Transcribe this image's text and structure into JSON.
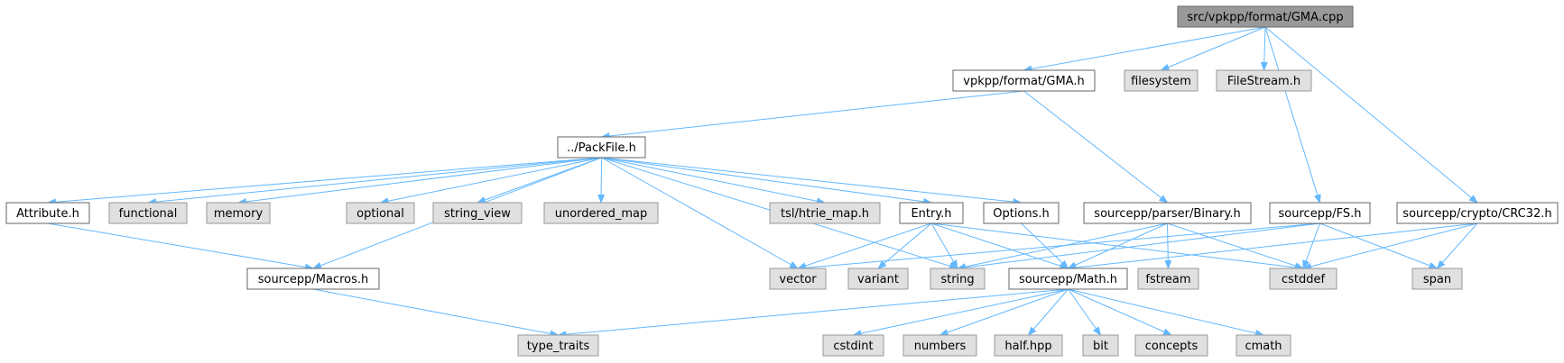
{
  "colors": {
    "root_fill": "#999999",
    "root_stroke": "#666666",
    "file_fill": "#ffffff",
    "file_stroke": "#666666",
    "system_fill": "#e0e0e0",
    "system_stroke": "#999999",
    "edge": "#63b8ff",
    "text": "#000000"
  },
  "nodes": [
    {
      "id": "gma_cpp",
      "label": "src/vpkpp/format/GMA.cpp",
      "kind": "root"
    },
    {
      "id": "gma_h",
      "label": "vpkpp/format/GMA.h",
      "kind": "file"
    },
    {
      "id": "filesystem",
      "label": "filesystem",
      "kind": "system"
    },
    {
      "id": "filestream_h",
      "label": "FileStream.h",
      "kind": "system"
    },
    {
      "id": "packfile_h",
      "label": "../PackFile.h",
      "kind": "file"
    },
    {
      "id": "attribute_h",
      "label": "Attribute.h",
      "kind": "file"
    },
    {
      "id": "functional",
      "label": "functional",
      "kind": "system"
    },
    {
      "id": "memory",
      "label": "memory",
      "kind": "system"
    },
    {
      "id": "optional",
      "label": "optional",
      "kind": "system"
    },
    {
      "id": "string_view",
      "label": "string_view",
      "kind": "system"
    },
    {
      "id": "unordered_map",
      "label": "unordered_map",
      "kind": "system"
    },
    {
      "id": "htrie_map",
      "label": "tsl/htrie_map.h",
      "kind": "system"
    },
    {
      "id": "entry_h",
      "label": "Entry.h",
      "kind": "file"
    },
    {
      "id": "options_h",
      "label": "Options.h",
      "kind": "file"
    },
    {
      "id": "binary_h",
      "label": "sourcepp/parser/Binary.h",
      "kind": "file"
    },
    {
      "id": "fs_h",
      "label": "sourcepp/FS.h",
      "kind": "file"
    },
    {
      "id": "crc32_h",
      "label": "sourcepp/crypto/CRC32.h",
      "kind": "file"
    },
    {
      "id": "macros_h",
      "label": "sourcepp/Macros.h",
      "kind": "file"
    },
    {
      "id": "vector",
      "label": "vector",
      "kind": "system"
    },
    {
      "id": "variant",
      "label": "variant",
      "kind": "system"
    },
    {
      "id": "string",
      "label": "string",
      "kind": "system"
    },
    {
      "id": "math_h",
      "label": "sourcepp/Math.h",
      "kind": "file"
    },
    {
      "id": "fstream",
      "label": "fstream",
      "kind": "system"
    },
    {
      "id": "cstddef",
      "label": "cstddef",
      "kind": "system"
    },
    {
      "id": "span",
      "label": "span",
      "kind": "system"
    },
    {
      "id": "type_traits",
      "label": "type_traits",
      "kind": "system"
    },
    {
      "id": "cstdint",
      "label": "cstdint",
      "kind": "system"
    },
    {
      "id": "numbers",
      "label": "numbers",
      "kind": "system"
    },
    {
      "id": "half_hpp",
      "label": "half.hpp",
      "kind": "system"
    },
    {
      "id": "bit",
      "label": "bit",
      "kind": "system"
    },
    {
      "id": "concepts",
      "label": "concepts",
      "kind": "system"
    },
    {
      "id": "cmath",
      "label": "cmath",
      "kind": "system"
    }
  ],
  "edges": [
    [
      "gma_cpp",
      "gma_h"
    ],
    [
      "gma_cpp",
      "filesystem"
    ],
    [
      "gma_cpp",
      "filestream_h"
    ],
    [
      "gma_cpp",
      "fs_h"
    ],
    [
      "gma_cpp",
      "crc32_h"
    ],
    [
      "gma_h",
      "packfile_h"
    ],
    [
      "gma_h",
      "binary_h"
    ],
    [
      "packfile_h",
      "attribute_h"
    ],
    [
      "packfile_h",
      "functional"
    ],
    [
      "packfile_h",
      "memory"
    ],
    [
      "packfile_h",
      "optional"
    ],
    [
      "packfile_h",
      "string_view"
    ],
    [
      "packfile_h",
      "unordered_map"
    ],
    [
      "packfile_h",
      "htrie_map"
    ],
    [
      "packfile_h",
      "entry_h"
    ],
    [
      "packfile_h",
      "options_h"
    ],
    [
      "packfile_h",
      "macros_h"
    ],
    [
      "packfile_h",
      "vector"
    ],
    [
      "packfile_h",
      "string"
    ],
    [
      "attribute_h",
      "macros_h"
    ],
    [
      "macros_h",
      "type_traits"
    ],
    [
      "entry_h",
      "vector"
    ],
    [
      "entry_h",
      "variant"
    ],
    [
      "entry_h",
      "string"
    ],
    [
      "entry_h",
      "math_h"
    ],
    [
      "entry_h",
      "cstddef"
    ],
    [
      "options_h",
      "math_h"
    ],
    [
      "binary_h",
      "string"
    ],
    [
      "binary_h",
      "math_h"
    ],
    [
      "binary_h",
      "fstream"
    ],
    [
      "binary_h",
      "cstddef"
    ],
    [
      "fs_h",
      "vector"
    ],
    [
      "fs_h",
      "string"
    ],
    [
      "fs_h",
      "cstddef"
    ],
    [
      "fs_h",
      "span"
    ],
    [
      "crc32_h",
      "math_h"
    ],
    [
      "crc32_h",
      "cstddef"
    ],
    [
      "crc32_h",
      "span"
    ],
    [
      "math_h",
      "type_traits"
    ],
    [
      "math_h",
      "cstdint"
    ],
    [
      "math_h",
      "numbers"
    ],
    [
      "math_h",
      "half_hpp"
    ],
    [
      "math_h",
      "bit"
    ],
    [
      "math_h",
      "concepts"
    ],
    [
      "math_h",
      "cmath"
    ]
  ]
}
